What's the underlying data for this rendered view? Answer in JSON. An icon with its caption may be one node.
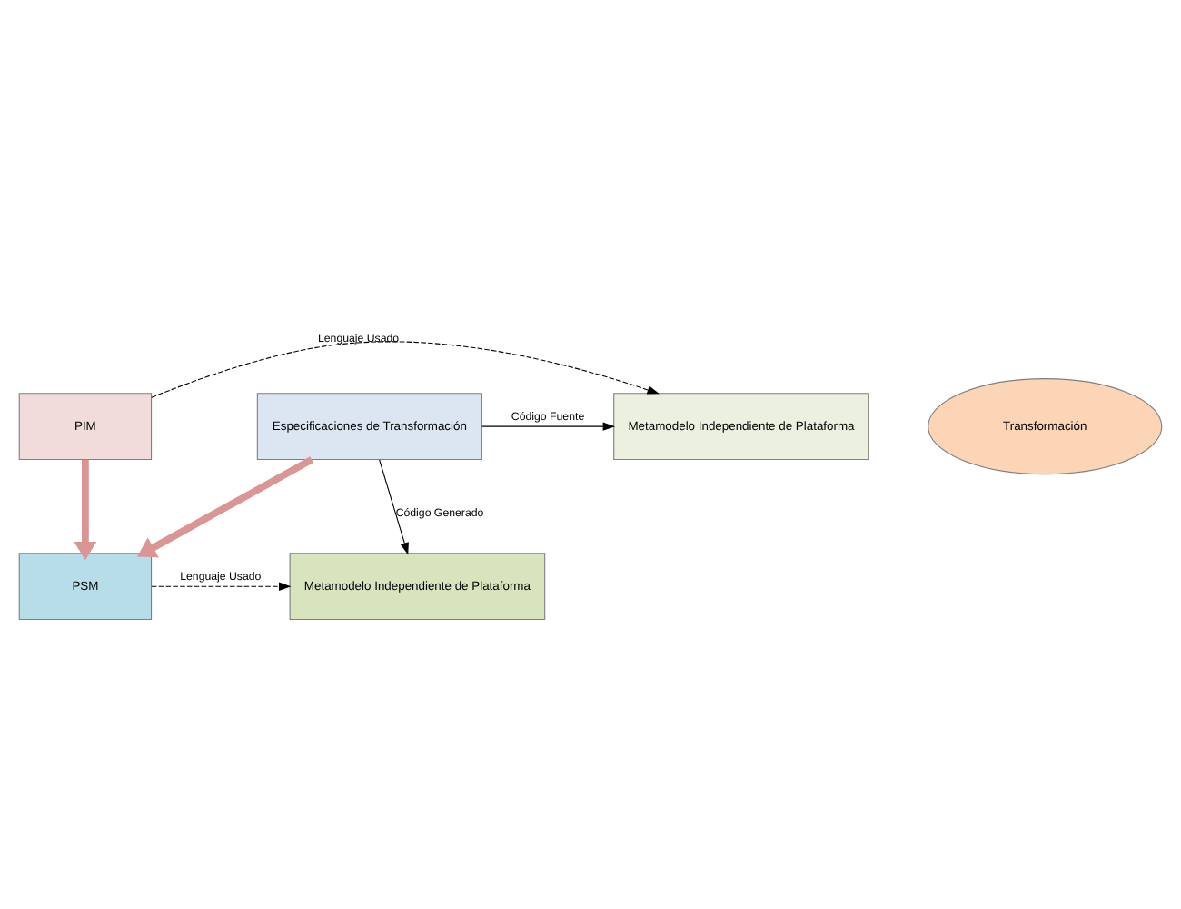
{
  "diagram": {
    "nodes": [
      {
        "text": [
          "PIM"
        ]
      },
      {
        "text": [
          "Metamodelo Independiente de Plataforma"
        ]
      },
      {
        "text": [
          "Transformación"
        ]
      },
      {
        "text": [
          "Especificaciones de Transformación"
        ]
      },
      {
        "text": [
          "PSM"
        ]
      },
      {
        "text": [
          "Metamodelo Independiente de Plataforma"
        ]
      }
    ],
    "edges": [
      {
        "from": 0,
        "to": 1,
        "arrow": "to",
        "label": "Lenguaje Usado",
        "style": "dashed"
      },
      {
        "from": 3,
        "to": 1,
        "arrow": "to",
        "label": "Código Fuente"
      },
      {
        "from": 0,
        "to": 4,
        "arrow": "to",
        "style": "thick",
        "color": "#d99694"
      },
      {
        "from": 3,
        "to": 4,
        "arrow": "to",
        "style": "thick",
        "color": "#d99694"
      },
      {
        "from": 3,
        "to": 5,
        "arrow": "to",
        "label": "Código Generado"
      },
      {
        "from": 4,
        "to": 5,
        "arrow": "to",
        "label": "Lenguaje Usado",
        "style": "dashed"
      }
    ]
  }
}
